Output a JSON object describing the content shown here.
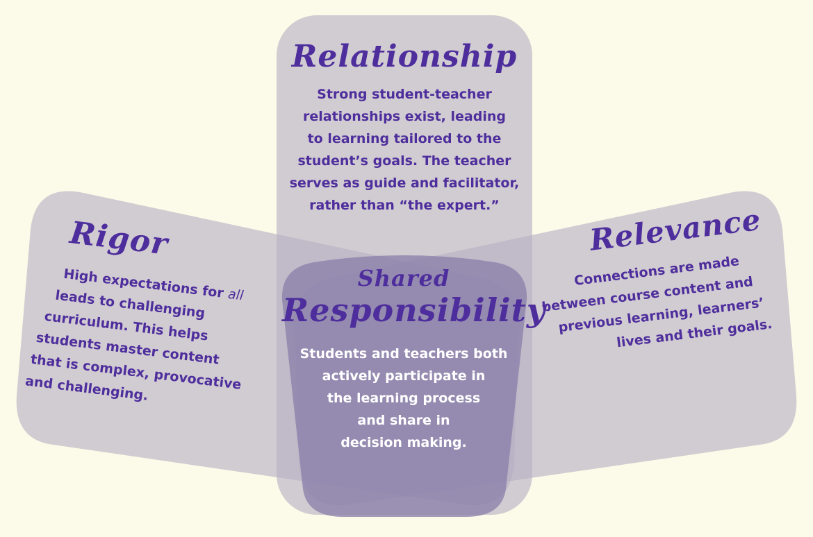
{
  "relationship": {
    "title": "Relationship",
    "lines": [
      "Strong student-teacher",
      "relationships exist, leading",
      "to learning tailored to the",
      "student’s goals. The teacher",
      "serves as guide and facilitator,",
      "rather than “the expert.”"
    ]
  },
  "rigor": {
    "title": "Rigor",
    "line1_pre": "High expectations for ",
    "line1_em": "all",
    "lines": [
      "leads to challenging",
      "curriculum. This helps",
      "students master content",
      "that is complex, provocative",
      "and challenging."
    ]
  },
  "relevance": {
    "title": "Relevance",
    "lines": [
      "Connections are made",
      "between course content and",
      "previous learning, learners’",
      "lives and their goals."
    ]
  },
  "shared": {
    "title_small": "Shared",
    "title": "Responsibility",
    "lines": [
      "Students and teachers both",
      "actively participate in",
      "the learning process",
      "and share in",
      "decision making."
    ]
  },
  "colors": {
    "background": "#fcfbe9",
    "card": "#bcb4c9",
    "center": "#8a7fad",
    "text": "#4e2e9c",
    "center_text": "#ffffff"
  }
}
